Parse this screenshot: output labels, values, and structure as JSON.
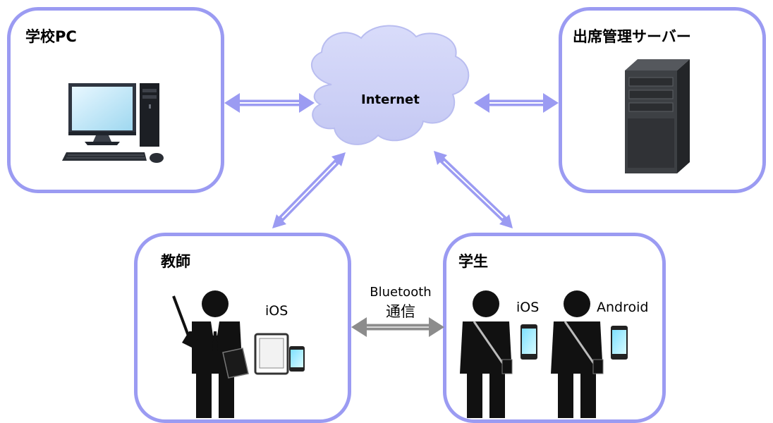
{
  "nodes": {
    "school_pc": {
      "title": "学校PC"
    },
    "server": {
      "title": "出席管理サーバー"
    },
    "teacher": {
      "title": "教師",
      "os_label": "iOS"
    },
    "student": {
      "title": "学生",
      "os_label_1": "iOS",
      "os_label_2": "Android"
    }
  },
  "internet": {
    "label": "Internet"
  },
  "link": {
    "line1": "Bluetooth",
    "line2": "通信"
  },
  "colors": {
    "box_border": "#9b9bf2",
    "arrow": "#9b9bf2",
    "bluetooth_arrow": "#8c8c8c",
    "cloud": "#cfd3f7"
  },
  "icons": [
    "desktop-computer-icon",
    "server-tower-icon",
    "cloud-icon",
    "teacher-person-icon",
    "tablet-icon",
    "phone-icon",
    "student-person-icon"
  ]
}
